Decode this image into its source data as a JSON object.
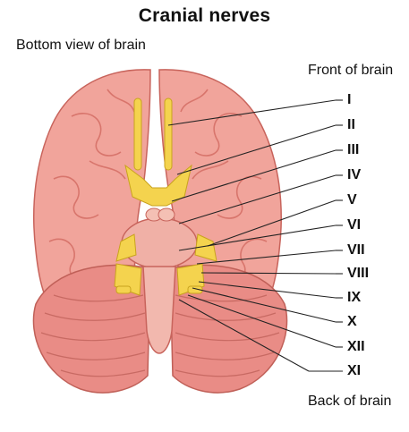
{
  "title": "Cranial nerves",
  "subtitle": "Bottom view of brain",
  "front_label": "Front of brain",
  "back_label": "Back of brain",
  "nerves": [
    "I",
    "II",
    "III",
    "IV",
    "V",
    "VI",
    "VII",
    "VIII",
    "IX",
    "X",
    "XII",
    "XI"
  ],
  "colors": {
    "brain": "#f1a49b",
    "brain_dark": "#d8756c",
    "cerebellum": "#e98c86",
    "nerve": "#f4d34e",
    "line": "#222222"
  }
}
